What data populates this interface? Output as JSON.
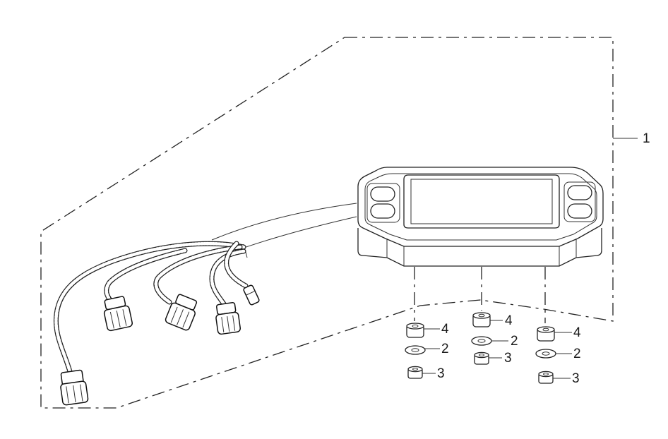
{
  "callouts": [
    {
      "id": "main-assembly",
      "label": "1"
    },
    {
      "id": "left-grommet",
      "label": "4"
    },
    {
      "id": "left-washer",
      "label": "2"
    },
    {
      "id": "left-nut",
      "label": "3"
    },
    {
      "id": "center-grommet",
      "label": "4"
    },
    {
      "id": "center-washer",
      "label": "2"
    },
    {
      "id": "center-nut",
      "label": "3"
    },
    {
      "id": "right-grommet",
      "label": "4"
    },
    {
      "id": "right-washer",
      "label": "2"
    },
    {
      "id": "right-nut",
      "label": "3"
    }
  ],
  "colors": {
    "line": "#222222",
    "background": "#ffffff"
  }
}
